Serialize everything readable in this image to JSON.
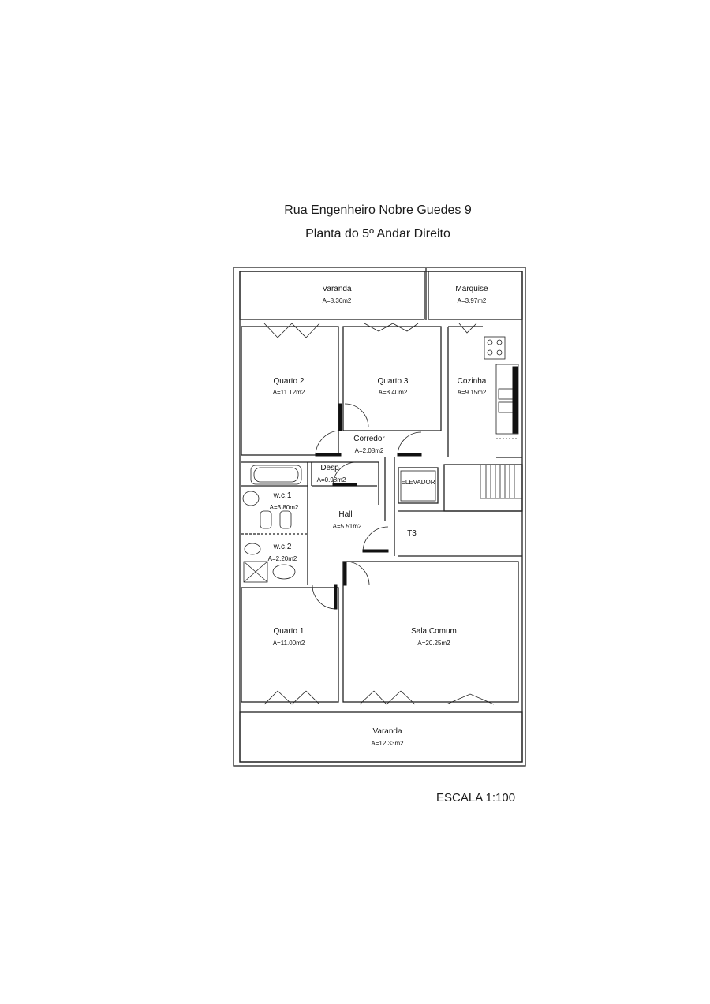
{
  "header": {
    "title": "Rua Engenheiro Nobre Guedes 9",
    "subtitle": "Planta do 5º Andar Direito"
  },
  "rooms": {
    "varanda_top": {
      "name": "Varanda",
      "area": "A=8.36m2"
    },
    "marquise": {
      "name": "Marquise",
      "area": "A=3.97m2"
    },
    "quarto2": {
      "name": "Quarto 2",
      "area": "A=11.12m2"
    },
    "quarto3": {
      "name": "Quarto 3",
      "area": "A=8.40m2"
    },
    "cozinha": {
      "name": "Cozinha",
      "area": "A=9.15m2"
    },
    "corredor": {
      "name": "Corredor",
      "area": "A=2.08m2"
    },
    "desp": {
      "name": "Desp",
      "area": "A=0.98m2"
    },
    "wc1": {
      "name": "w.c.1",
      "area": "A=3.80m2"
    },
    "wc2": {
      "name": "w.c.2",
      "area": "A=2.20m2"
    },
    "hall": {
      "name": "Hall",
      "area": "A=5.51m2"
    },
    "quarto1": {
      "name": "Quarto 1",
      "area": "A=11.00m2"
    },
    "sala": {
      "name": "Sala Comum",
      "area": "A=20.25m2"
    },
    "varanda_bottom": {
      "name": "Varanda",
      "area": "A=12.33m2"
    }
  },
  "labels": {
    "elevator": "ELEVADOR",
    "typology": "T3"
  },
  "footer": {
    "scale": "ESCALA 1:100"
  }
}
